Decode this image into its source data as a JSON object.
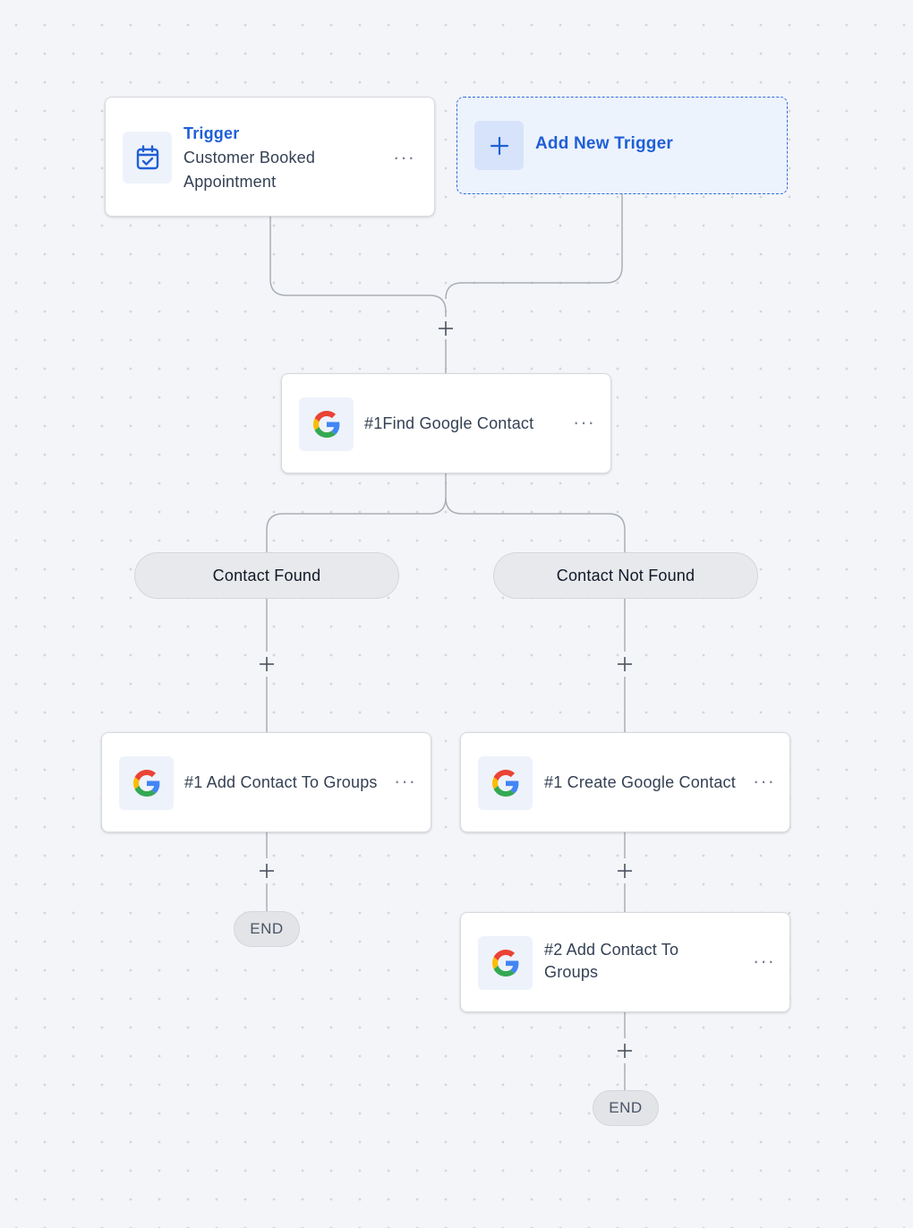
{
  "trigger_node": {
    "label": "Trigger",
    "name_line1": "Customer Booked",
    "name_line2": "Appointment",
    "menu": "···",
    "icon": "calendar-check-icon"
  },
  "add_trigger": {
    "label": "Add New Trigger",
    "icon": "plus-icon"
  },
  "find_contact_node": {
    "label": "#1Find Google Contact",
    "menu": "···",
    "icon": "google-icon"
  },
  "branches": [
    {
      "label": "Contact Found",
      "steps": [
        {
          "label": "#1 Add Contact To Groups",
          "menu": "···",
          "icon": "google-icon"
        }
      ],
      "end_label": "END"
    },
    {
      "label": "Contact Not Found",
      "steps": [
        {
          "label": "#1 Create Google Contact",
          "menu": "···",
          "icon": "google-icon"
        },
        {
          "label_line1": "#2 Add Contact To",
          "label_line2": "Groups",
          "menu": "···",
          "icon": "google-icon"
        }
      ],
      "end_label": "END"
    }
  ],
  "colors": {
    "accent": "#1f5fd6",
    "canvas": "#f4f5f8",
    "connector": "#a9aeb6",
    "node_border": "#d6d9de"
  }
}
